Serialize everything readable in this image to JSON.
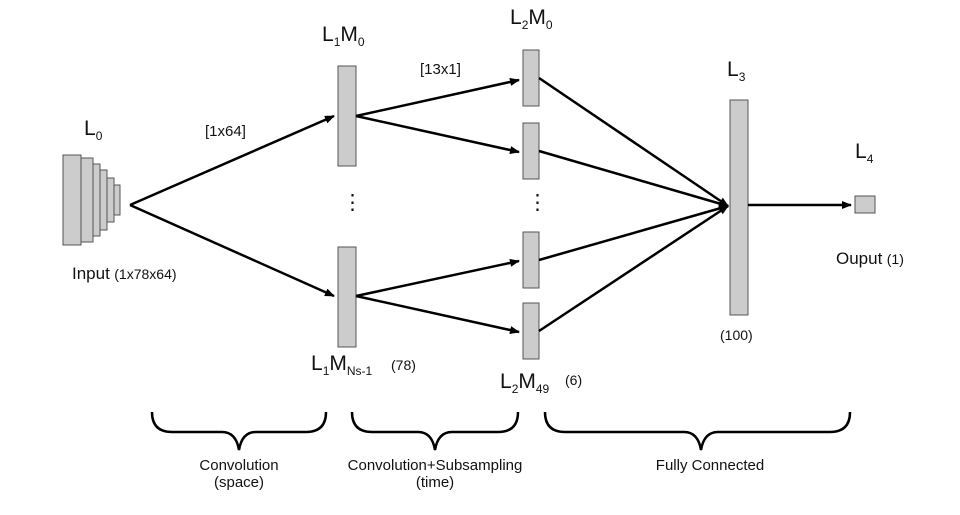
{
  "layers": {
    "l0": {
      "main": "L",
      "sub": "0"
    },
    "l1m0": {
      "a": "L",
      "a_sub": "1",
      "b": "M",
      "b_sub": "0"
    },
    "l1mn": {
      "a": "L",
      "a_sub": "1",
      "b": "M",
      "b_sub": "Ns-1",
      "count": "(78)"
    },
    "l2m0": {
      "a": "L",
      "a_sub": "2",
      "b": "M",
      "b_sub": "0"
    },
    "l2m49": {
      "a": "L",
      "a_sub": "2",
      "b": "M",
      "b_sub": "49",
      "count": "(6)"
    },
    "l3": {
      "main": "L",
      "sub": "3",
      "count": "(100)"
    },
    "l4": {
      "main": "L",
      "sub": "4"
    }
  },
  "input": {
    "label": "Input",
    "dims": "(1x78x64)"
  },
  "output": {
    "label": "Ouput",
    "count": "(1)"
  },
  "kernels": {
    "spatial": "[1x64]",
    "temporal": "[13x1]"
  },
  "ellipsis": "⋮",
  "stages": {
    "conv_space": {
      "line1": "Convolution",
      "line2": "(space)"
    },
    "conv_time": {
      "line1": "Convolution+Subsampling",
      "line2": "(time)"
    },
    "fully": {
      "line1": "Fully Connected"
    }
  },
  "colors": {
    "box_fill": "#cccccc",
    "stroke": "#000000"
  }
}
